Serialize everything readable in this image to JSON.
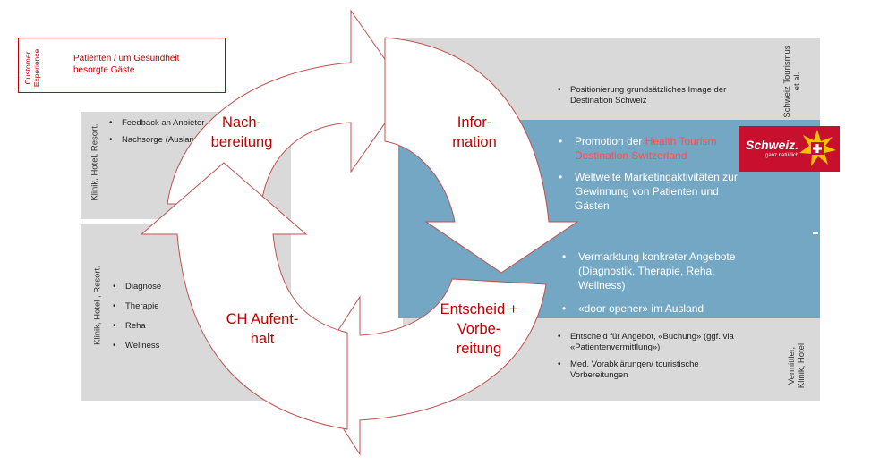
{
  "customer": {
    "vertical_label": "Customer Experience",
    "text": "Patienten / um Gesundheit besorgte Gäste"
  },
  "top_right": {
    "bullet": "Positionierung grundsätzliches Image der Destination Schweiz",
    "side_label": "Schweiz Tourismus et al."
  },
  "blue_panel": {
    "bullets_top": [
      {
        "prefix": "Promotion der ",
        "highlight": "Health Tourism Destination Switzerland"
      },
      {
        "text": "Weltweite Marketingaktivitäten zur Gewinnung von Patienten und Gästen"
      }
    ],
    "bullets_bottom": [
      "Vermarktung konkreter Angebote (Diagnostik, Therapie, Reha, Wellness)",
      "«door opener» im Ausland"
    ]
  },
  "logo": {
    "brand": "Schweiz.",
    "tagline": "ganz natürlich."
  },
  "bottom_right": {
    "bullets": [
      "Entscheid für Angebot, «Buchung» (ggf. via «Patientenvermittlung»)",
      "Med. Vorabklärungen/ touristische Vorbereitungen"
    ],
    "side_label": [
      "Vermittler,",
      "Klinik, Hotel"
    ]
  },
  "left_top": {
    "side_label": "Klinik, Hotel, Resort.",
    "bullets": [
      "Feedback an Anbieter",
      "Nachsorge (Ausland)"
    ]
  },
  "left_bottom": {
    "side_label": "Klinik, Hotel , Resort.",
    "bullets": [
      "Diagnose",
      "Therapie",
      "Reha",
      "Wellness"
    ]
  },
  "phases": {
    "nachbereitung": [
      "Nach-",
      "bereitung"
    ],
    "information": [
      "Infor-",
      "mation"
    ],
    "aufenthalt": [
      "CH Aufent-",
      "halt"
    ],
    "entscheid": [
      "Entscheid +",
      "Vorbe-",
      "reitung"
    ]
  },
  "colors": {
    "panel_gray": "#d9d9d9",
    "panel_blue": "#73a7c4",
    "accent_red": "#c00000",
    "arrow_fill": "#ffffff"
  }
}
